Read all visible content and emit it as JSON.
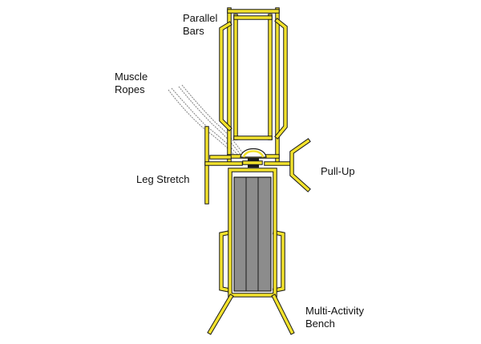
{
  "colors": {
    "frame_fill": "#f2e22c",
    "frame_stroke": "#1a1a1a",
    "pad_fill": "#8c8c8c",
    "rope": "#8a8a8a",
    "background": "#ffffff"
  },
  "labels": {
    "parallel_bars": [
      "Parallel",
      "Bars"
    ],
    "muscle_ropes": [
      "Muscle",
      "Ropes"
    ],
    "leg_stretch": "Leg Stretch",
    "pull_up": "Pull-Up",
    "multi_activity_bench": [
      "Multi-Activity",
      "Bench"
    ]
  }
}
